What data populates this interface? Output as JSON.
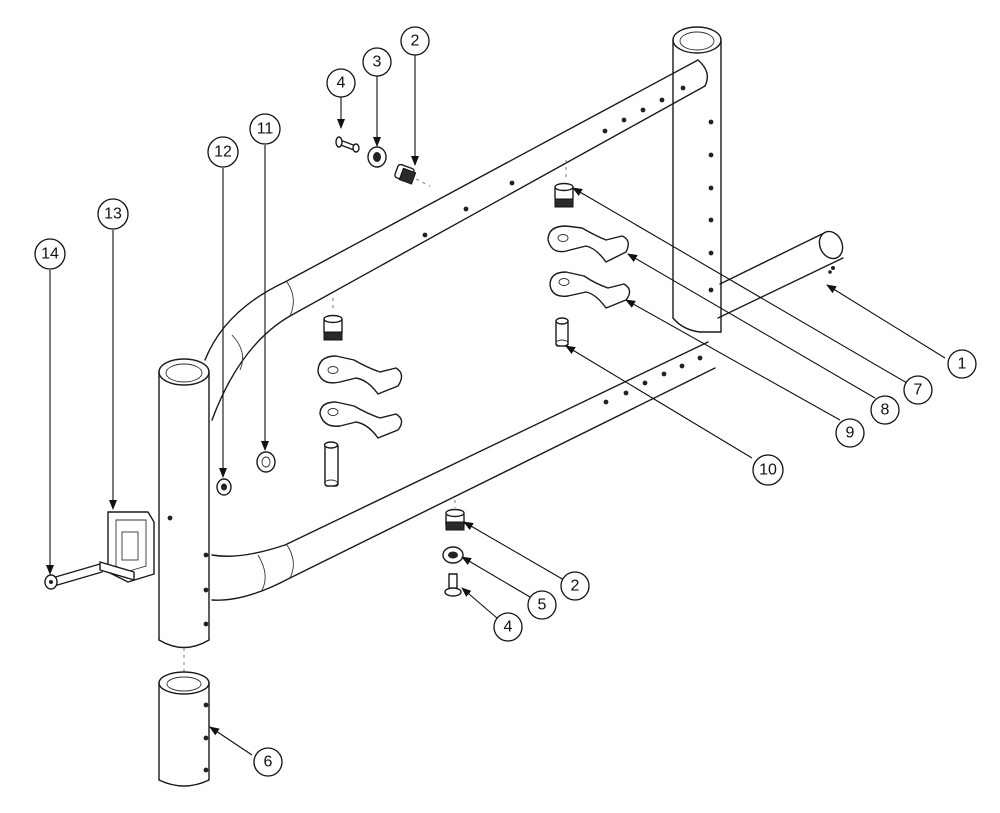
{
  "callouts": [
    {
      "id": "c1",
      "label": "1"
    },
    {
      "id": "c2a",
      "label": "2"
    },
    {
      "id": "c2b",
      "label": "2"
    },
    {
      "id": "c3",
      "label": "3"
    },
    {
      "id": "c4a",
      "label": "4"
    },
    {
      "id": "c4b",
      "label": "4"
    },
    {
      "id": "c5",
      "label": "5"
    },
    {
      "id": "c6",
      "label": "6"
    },
    {
      "id": "c7",
      "label": "7"
    },
    {
      "id": "c8",
      "label": "8"
    },
    {
      "id": "c9",
      "label": "9"
    },
    {
      "id": "c10",
      "label": "10"
    },
    {
      "id": "c11",
      "label": "11"
    },
    {
      "id": "c12",
      "label": "12"
    },
    {
      "id": "c13",
      "label": "13"
    },
    {
      "id": "c14",
      "label": "14"
    }
  ]
}
